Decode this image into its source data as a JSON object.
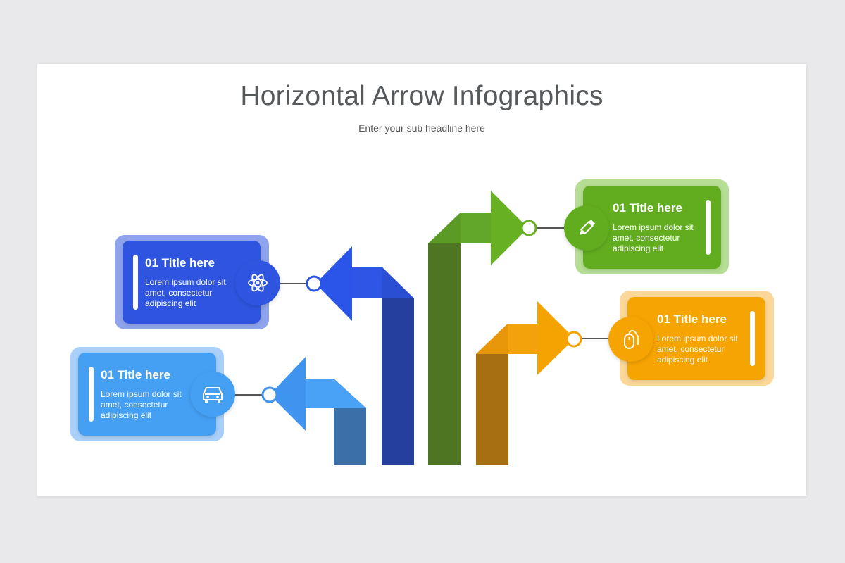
{
  "header": {
    "title": "Horizontal Arrow Infographics",
    "subtitle": "Enter your sub headline here"
  },
  "items": [
    {
      "title": "01 Title here",
      "body": "Lorem ipsum dolor sit amet, consectetur adipiscing elit",
      "icon": "atom-icon",
      "color": "#2f55e0",
      "direction": "left"
    },
    {
      "title": "01 Title here",
      "body": "Lorem ipsum dolor sit amet, consectetur adipiscing elit",
      "icon": "car-icon",
      "color": "#45a0f4",
      "direction": "left"
    },
    {
      "title": "01 Title here",
      "body": "Lorem ipsum dolor sit amet, consectetur adipiscing elit",
      "icon": "pencil-icon",
      "color": "#62ad1f",
      "direction": "right"
    },
    {
      "title": "01 Title here",
      "body": "Lorem ipsum dolor sit amet, consectetur adipiscing elit",
      "icon": "mouse-icon",
      "color": "#f6a402",
      "direction": "right"
    }
  ]
}
